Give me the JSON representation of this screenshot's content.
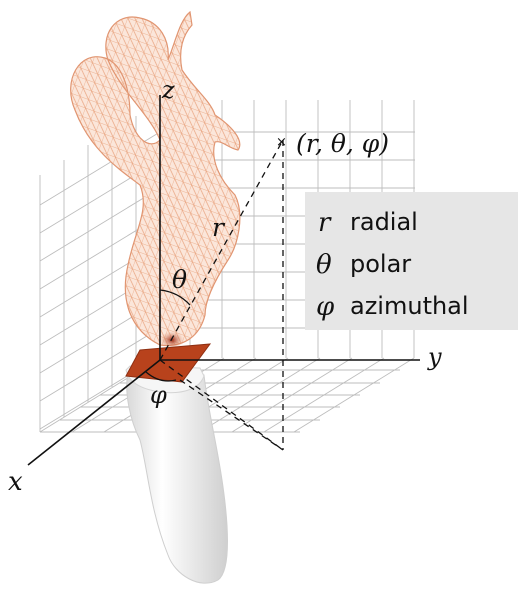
{
  "axes": {
    "x": "x",
    "y": "y",
    "z": "z"
  },
  "point_label": "(r, θ, φ)",
  "angle_labels": {
    "r": "r",
    "theta": "θ",
    "phi": "φ"
  },
  "legend": [
    {
      "symbol": "r",
      "word": "radial"
    },
    {
      "symbol": "θ",
      "word": "polar"
    },
    {
      "symbol": "φ",
      "word": "azimuthal"
    }
  ],
  "colors": {
    "mesh": "#e8a27d",
    "mesh_fill": "#fbe6da",
    "transducer": "#b8421c",
    "grid": "#b9b9b9",
    "legend_bg": "#e6e6e6",
    "probe": "#f1f1f1"
  }
}
